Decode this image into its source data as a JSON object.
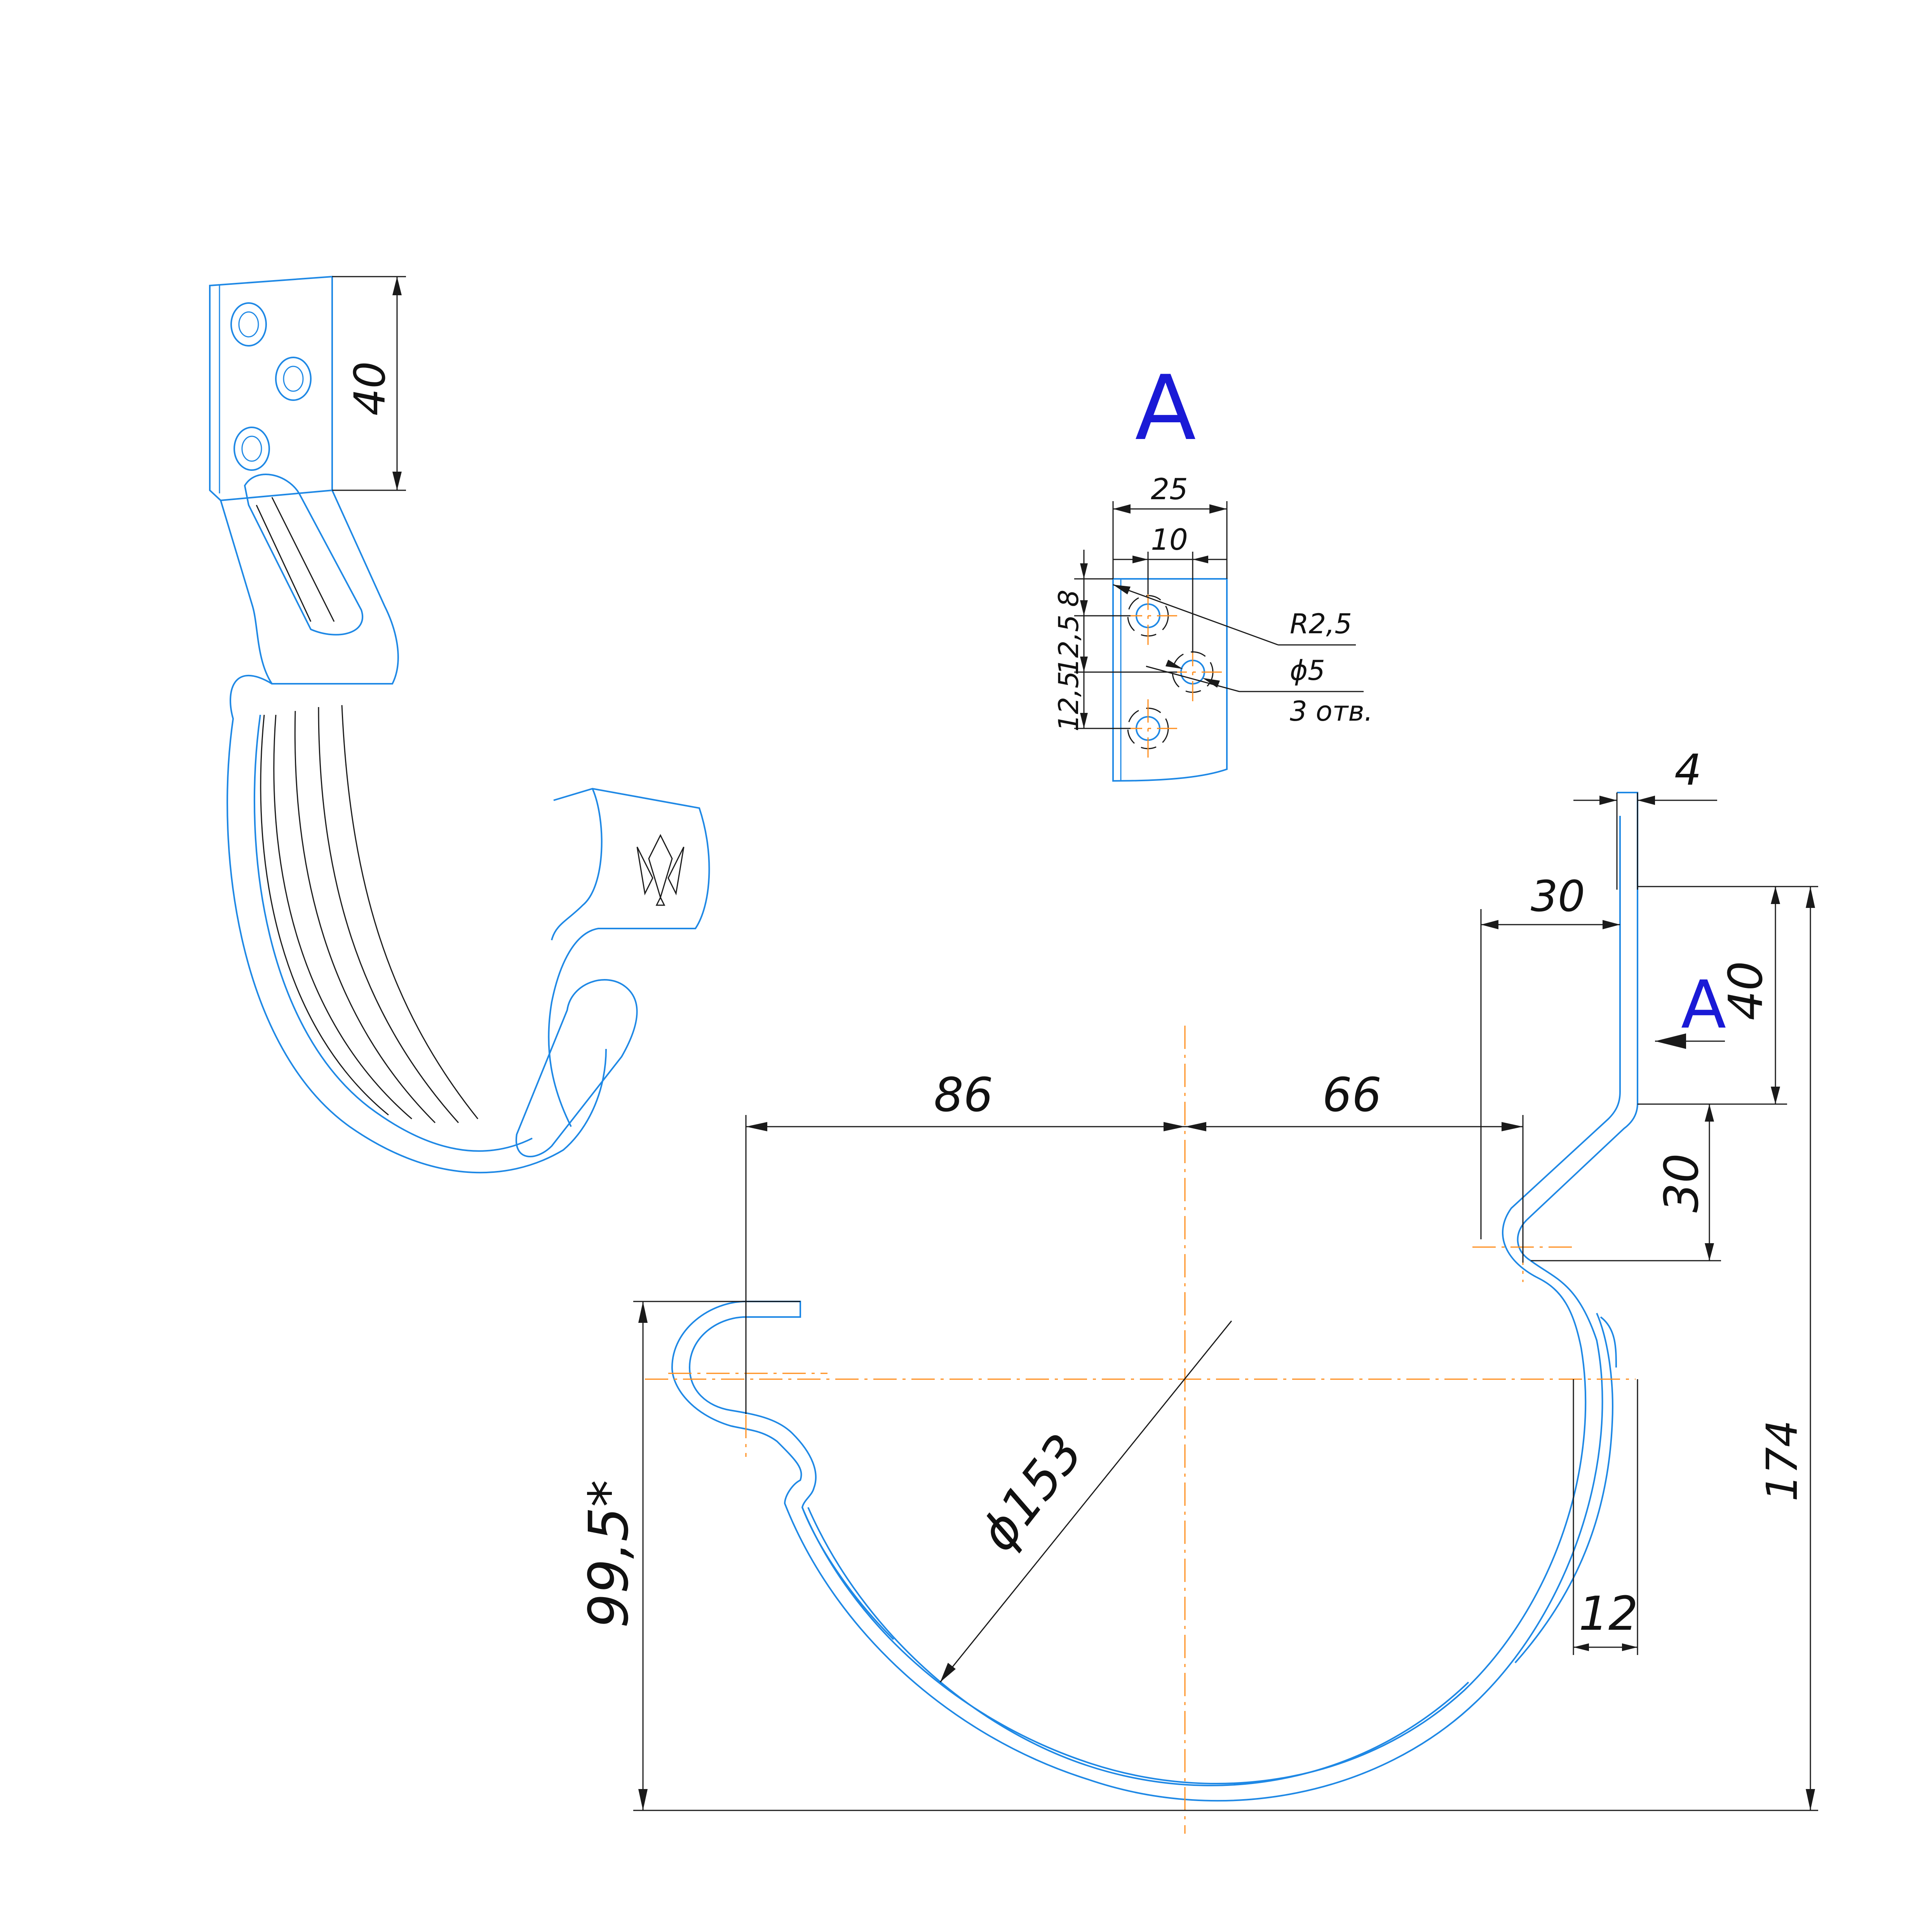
{
  "view_label": "A",
  "colors": {
    "part_outline": "#1e88e5",
    "view_label": "#1a1ad6",
    "centerline": "#ff8c1a",
    "dimension": "#1a1a1a"
  },
  "isometric_view": {
    "dim_flange_height": "40"
  },
  "detail_view_a": {
    "dim_width": "25",
    "dim_hole_offset": "10",
    "dim_top_edge": "8",
    "dim_pitch_1": "12,5",
    "dim_pitch_2": "12,5",
    "radius_note": "R2,5",
    "hole_diameter": "ϕ5",
    "hole_count": "3 отв."
  },
  "main_view": {
    "dim_thickness": "4",
    "dim_flange_offset": "30",
    "dim_flange_height": "40",
    "dim_bend_drop": "30",
    "dim_left_span": "86",
    "dim_right_span": "66",
    "dim_diameter": "ϕ153",
    "dim_depth": "99,5*",
    "dim_overall_height": "174",
    "dim_lip_offset": "12"
  }
}
